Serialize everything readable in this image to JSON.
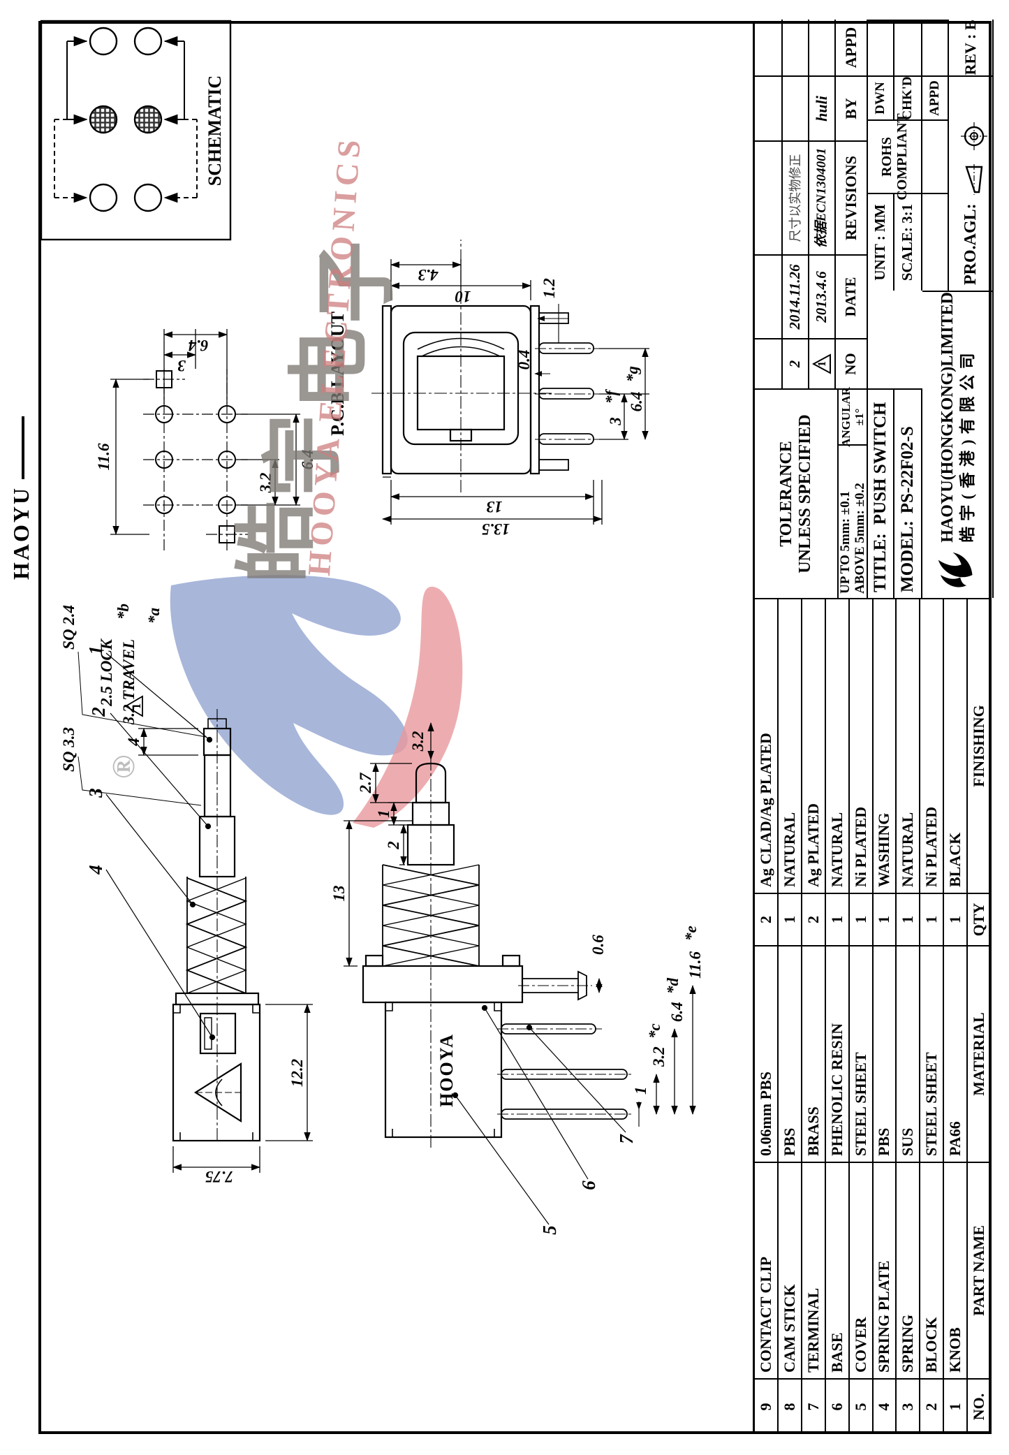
{
  "brand": {
    "margin": "HAOYU"
  },
  "schematic": {
    "label": "SCHEMATIC"
  },
  "pcb": {
    "label": "P.C.B LAYOUT",
    "w_total": "11.6",
    "row_total": "6.4",
    "row_half": "3",
    "col_pitch": "3.2",
    "col_span": "6.4"
  },
  "side_view": {
    "c1": "1",
    "c2": "2",
    "c3": "3",
    "c4": "4",
    "sq_tip": "SQ 2.4",
    "sq_stem": "SQ 3.3",
    "stroke": "4",
    "flag": "1",
    "lock": "2.5 LOCK",
    "travel": "3.2 TRAVEL",
    "ref_b": "*b",
    "ref_a": "*a",
    "len": "12.2",
    "height": "7.75"
  },
  "front_view": {
    "c5": "5",
    "c6": "6",
    "c7": "7",
    "brand": "HOOYA",
    "tip": "2.7",
    "step1": "1",
    "step2": "2",
    "assy": "13",
    "travel": "3.2",
    "pin_t": "0.6",
    "p1": "1",
    "p2": "3.2",
    "p2r": "*c",
    "p3": "6.4",
    "p3r": "*d",
    "p4": "11.6",
    "p4r": "*e"
  },
  "top_view": {
    "w": "10",
    "w2": "4.3",
    "l": "13",
    "l2": "13.5",
    "s1": "3",
    "s1r": "*f",
    "s2": "6.4",
    "s2r": "*g",
    "s3": "0.4",
    "s4": "1.2"
  },
  "watermark": {
    "c1": "皓",
    "c2": "宇",
    "c3": "电",
    "c4": "子",
    "en": "HOOYA ELECTRONICS",
    "reg": "®"
  },
  "parts": {
    "headers": [
      "NO.",
      "PART  NAME",
      "MATERIAL",
      "QTY",
      "FINISHING"
    ],
    "rows": [
      [
        "9",
        "CONTACT CLIP",
        "0.06mm PBS",
        "2",
        "Ag CLAD/Ag PLATED"
      ],
      [
        "8",
        "CAM STICK",
        "PBS",
        "1",
        "NATURAL"
      ],
      [
        "7",
        "TERMINAL",
        "BRASS",
        "2",
        "Ag PLATED"
      ],
      [
        "6",
        "BASE",
        "PHENOLIC RESIN",
        "1",
        "NATURAL"
      ],
      [
        "5",
        "COVER",
        "STEEL SHEET",
        "1",
        "Ni PLATED"
      ],
      [
        "4",
        "SPRING PLATE",
        "PBS",
        "1",
        "WASHING"
      ],
      [
        "3",
        "SPRING",
        "SUS",
        "1",
        "NATURAL"
      ],
      [
        "2",
        "BLOCK",
        "STEEL SHEET",
        "1",
        "Ni PLATED"
      ],
      [
        "1",
        "KNOB",
        "PA66",
        "1",
        "BLACK"
      ]
    ]
  },
  "titleblock": {
    "tol1": "TOLERANCE",
    "tol2": "UNLESS  SPECIFIED",
    "lin1": "UP TO 5mm: ±0.1",
    "lin2": "ABOVE 5mm: ±0.2",
    "ang1": "ANGULAR",
    "ang2": "±1°",
    "title_label": "TITLE:",
    "title": "PUSH SWITCH",
    "model_label": "MODEL:",
    "model": "PS-22F02-S",
    "company_en": "HAOYU(HONGKONG)LIMITED",
    "company_cn": "皓宇(香港)有限公司",
    "unit": "UNIT : MM",
    "scale": "SCALE: 3:1",
    "rohs1": "ROHS",
    "rohs2": "COMPLIANT",
    "dwn": "DWN",
    "chkd": "CHK'D",
    "appd": "APPD",
    "proagl": "PRO.AGL:",
    "rev": "REV : B"
  },
  "revisions": {
    "h_no": "NO",
    "h_date": "DATE",
    "h_desc": "REVISIONS",
    "h_by": "BY",
    "h_appd": "APPD",
    "r2_no": "2",
    "r2_date": "2014.11.26",
    "r2_desc": "尺寸以实物修正",
    "r1_no": "1",
    "r1_date": "2013.4.6",
    "r1_desc": "依据ECN1304001",
    "r1_by": "huli"
  }
}
